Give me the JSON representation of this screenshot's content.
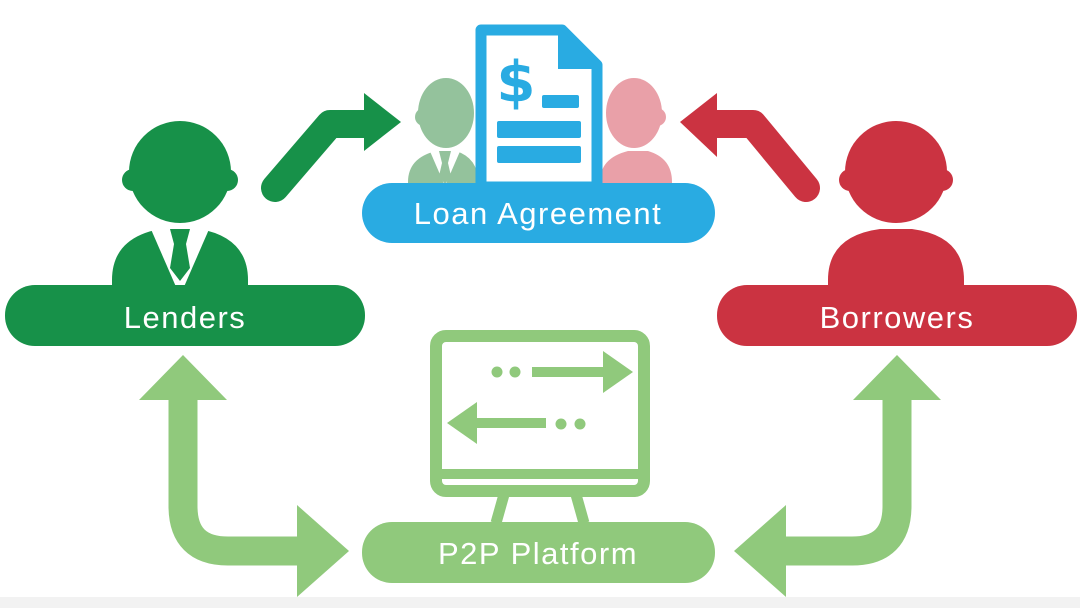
{
  "diagram_type": "p2p-lending-flow",
  "background_color": "#ffffff",
  "nodes": {
    "lenders": {
      "label": "Lenders",
      "color": "#179149",
      "icon": "businessperson-with-tie"
    },
    "borrowers": {
      "label": "Borrowers",
      "color": "#cb3341",
      "icon": "person"
    },
    "loan_agreement": {
      "label": "Loan Agreement",
      "color": "#29abe2",
      "icon": "dollar-document",
      "shadow_icon_left_color": "#94c29c",
      "shadow_icon_right_color": "#e9a0a8"
    },
    "p2p_platform": {
      "label": "P2P Platform",
      "color": "#90c97c",
      "icon": "monitor-with-transfer-arrows"
    }
  },
  "document": {
    "dollar_sign": "$"
  },
  "edges": [
    {
      "from": "lenders",
      "to": "loan_agreement",
      "style": "bent-arrow",
      "direction": "one-way",
      "color": "#179149"
    },
    {
      "from": "borrowers",
      "to": "loan_agreement",
      "style": "bent-arrow",
      "direction": "one-way",
      "color": "#cb3341"
    },
    {
      "from": "p2p_platform",
      "to": "lenders",
      "style": "elbow-arrow",
      "direction": "two-way",
      "color": "#90c97c"
    },
    {
      "from": "p2p_platform",
      "to": "borrowers",
      "style": "elbow-arrow",
      "direction": "two-way",
      "color": "#90c97c"
    }
  ]
}
